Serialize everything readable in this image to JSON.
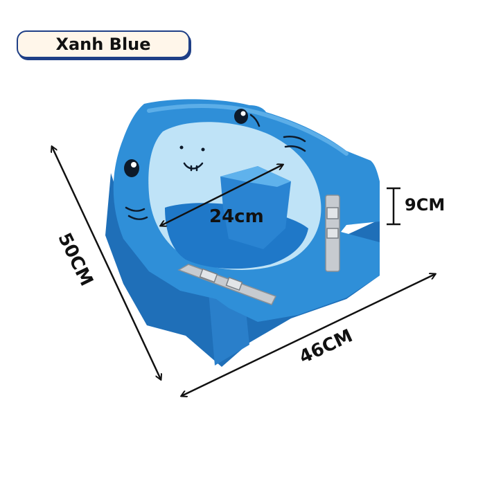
{
  "badge": {
    "label": "Xanh Blue"
  },
  "dimensions": {
    "length": "50CM",
    "width": "46CM",
    "inner": "24cm",
    "height": "9CM"
  },
  "colors": {
    "body": "#2f8fd8",
    "body_dark": "#1f6fb8",
    "seat": "#1f78c8",
    "inner": "#bfe3f7",
    "buckle": "#c7cbd0",
    "badge_border": "#1f3f86",
    "badge_fill": "#fff6ea"
  }
}
